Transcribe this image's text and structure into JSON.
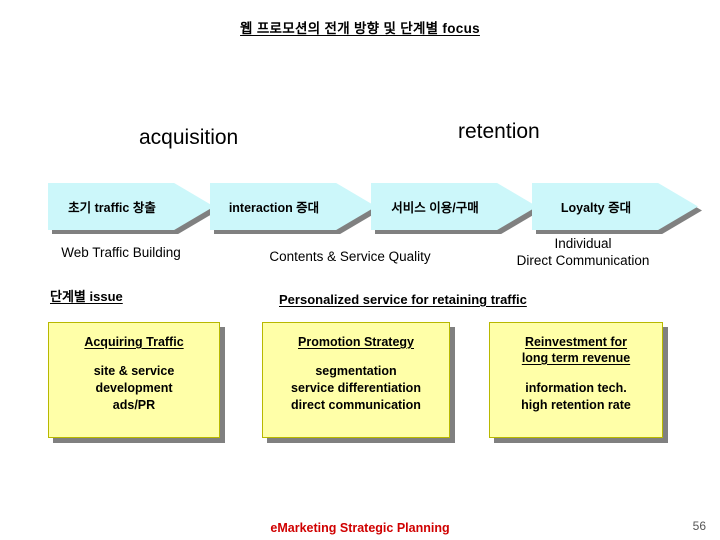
{
  "slide": {
    "title_main": "웹 프로모션의 전개 방향 및 단계별 focus",
    "phases": {
      "acquisition": "acquisition",
      "retention": "retention"
    },
    "chevrons": [
      {
        "label": "초기 traffic 창출"
      },
      {
        "label": "interaction 증대"
      },
      {
        "label": "서비스 이용/구매"
      },
      {
        "label": "Loyalty 증대"
      }
    ],
    "focus_captions": [
      "Web Traffic Building",
      "Contents & Service Quality",
      "Individual\nDirect Communication"
    ],
    "issues": {
      "stage_label": "단계별 issue",
      "personalized_label": "Personalized service for retaining traffic"
    },
    "boxes": [
      {
        "title": "Acquiring Traffic",
        "body": "site & service\ndevelopment\nads/PR"
      },
      {
        "title": "Promotion Strategy",
        "body": "segmentation\nservice differentiation\ndirect communication"
      },
      {
        "title": "Reinvestment for\nlong term revenue",
        "body": "information tech.\nhigh retention rate"
      }
    ],
    "footer": {
      "brand": "eMarketing Strategic Planning",
      "page_number": "56"
    },
    "colors": {
      "chevron_fill": "#ccf7fa",
      "box_fill": "#ffffa8",
      "shadow": "#808080",
      "brand_red": "#d00000"
    }
  }
}
